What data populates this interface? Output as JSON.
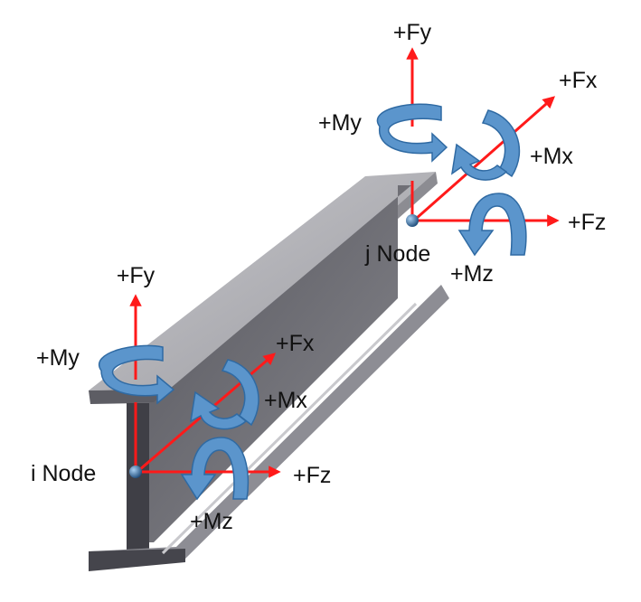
{
  "colors": {
    "force_arrow": "#ff1a1a",
    "moment_arrow": "#5b95cc",
    "moment_arrow_edge": "#2f6aa3",
    "beam_top": "#b9b9bd",
    "beam_web": "#6b6b72",
    "beam_dark": "#3f3f46",
    "node": "#2a5c8c"
  },
  "j_node": {
    "label": "j Node",
    "fy": "+Fy",
    "fx": "+Fx",
    "fz": "+Fz",
    "my": "+My",
    "mx": "+Mx",
    "mz": "+Mz"
  },
  "i_node": {
    "label": "i Node",
    "fy": "+Fy",
    "fx": "+Fx",
    "fz": "+Fz",
    "my": "+My",
    "mx": "+Mx",
    "mz": "+Mz"
  }
}
